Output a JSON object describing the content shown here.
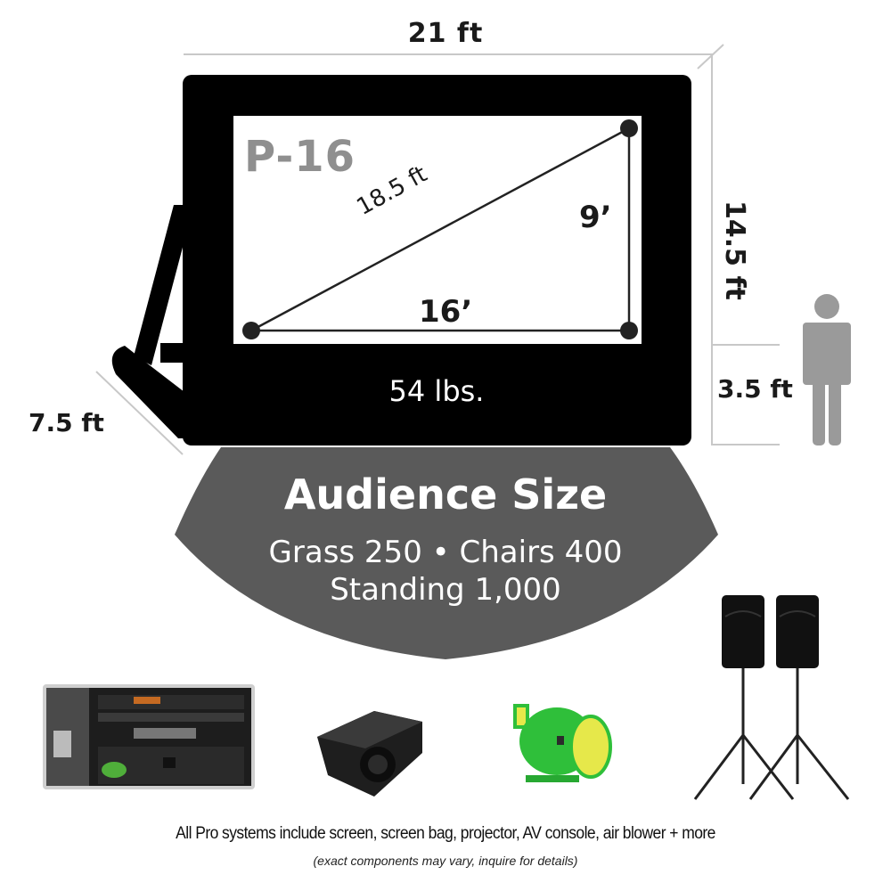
{
  "product": {
    "model": "P-16",
    "weight": "54 lbs."
  },
  "dimensions": {
    "overall_width": "21 ft",
    "overall_height": "14.5 ft",
    "base_height": "3.5 ft",
    "depth": "7.5 ft",
    "screen_diagonal": "18.5 ft",
    "screen_width": "16’",
    "screen_height": "9’"
  },
  "audience": {
    "title": "Audience Size",
    "line1": "Grass 250 • Chairs 400",
    "line2": "Standing 1,000",
    "capacities": [
      {
        "setting": "Grass",
        "count": 250
      },
      {
        "setting": "Chairs",
        "count": 400
      },
      {
        "setting": "Standing",
        "count": 1000
      }
    ]
  },
  "components": [
    {
      "name": "AV console",
      "icon": "av-console-icon"
    },
    {
      "name": "projector",
      "icon": "projector-icon"
    },
    {
      "name": "air blower",
      "icon": "air-blower-icon"
    },
    {
      "name": "speakers on stands",
      "icon": "speakers-icon"
    }
  ],
  "colors": {
    "frame": "#000000",
    "audience_panel": "#5a5a5a",
    "person": "#9a9a9a",
    "model_text": "#8f8f8f",
    "blower_green": "#2fbf3a",
    "blower_yellow": "#e6e84a"
  },
  "footer": {
    "main": "All Pro systems include screen, screen bag, projector, AV console, air blower + more",
    "note": "(exact components may vary, inquire for details)"
  }
}
